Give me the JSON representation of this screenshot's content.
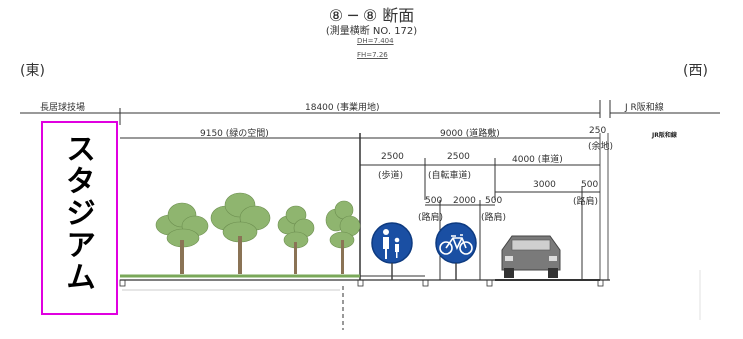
{
  "header": {
    "title": "⑧ ─ ⑧ 断面",
    "subtitle": "(測量横断 NO. 172)",
    "notes": [
      "DH=7.404",
      "FH=7.26"
    ]
  },
  "directions": {
    "east": "(東)",
    "west": "(西)"
  },
  "top_labels": {
    "left": "長居球技場",
    "center": "18400 (事業用地)",
    "right": "J R阪和線"
  },
  "dimensions": {
    "green_space": "9150 (緑の空間)",
    "road_site": "9000 (道路敷)",
    "margin_width": "250",
    "margin_label": "(余地)",
    "rail_small": "JR阪和線",
    "sidewalk_width": "2500",
    "sidewalk_label": "(歩道)",
    "bike_width": "2500",
    "bike_label": "(自転車道)",
    "road_width": "4000 (車道)",
    "lane_width": "3000",
    "shoulder_right_width": "500",
    "shoulder_right_label": "(路肩)",
    "bike_shoulder_left_width": "500",
    "bike_lane_inner": "2000",
    "bike_shoulder_right_width": "500",
    "shoulder_left_label": "(路肩)",
    "shoulder_mid_label": "(路肩)"
  },
  "stadium": {
    "label": "スタジアム"
  },
  "colors": {
    "stadium_border": "#e000e0",
    "sign_blue": "#1a4fa3",
    "ground_green": "#7aa85a",
    "tree_green": "#8fb56f"
  },
  "icons": [
    "pedestrian-sign-icon",
    "bicycle-sign-icon",
    "car-icon",
    "tree-icon"
  ]
}
